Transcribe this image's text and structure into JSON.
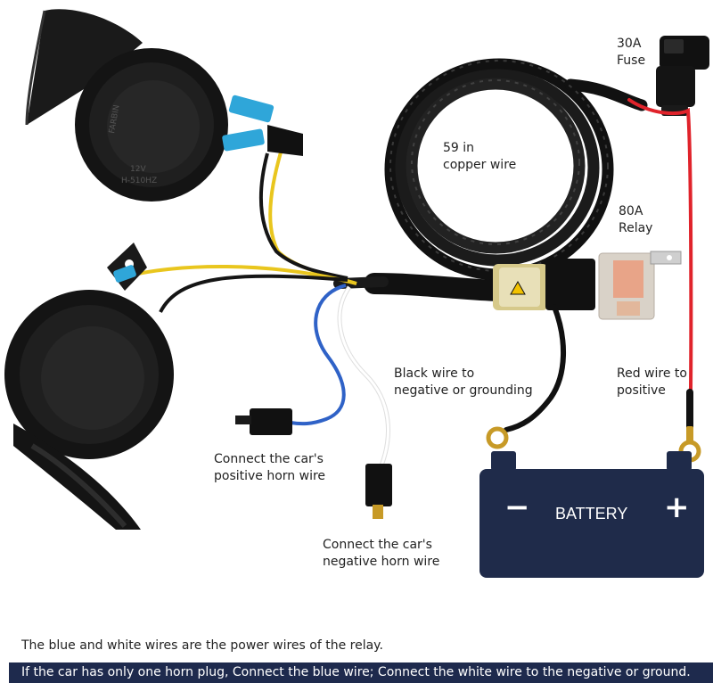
{
  "labels": {
    "fuse": [
      "30A",
      "Fuse"
    ],
    "copper": [
      "59 in",
      "copper wire"
    ],
    "relay": [
      "80A",
      "Relay"
    ],
    "black_wire": [
      "Black wire to",
      "negative or grounding"
    ],
    "red_wire": [
      "Red wire to",
      "positive"
    ],
    "positive_horn": [
      "Connect the car's",
      "positive horn wire"
    ],
    "negative_horn": [
      "Connect the car's",
      "negative horn wire"
    ]
  },
  "battery": {
    "label": "BATTERY",
    "minus": "−",
    "plus": "+"
  },
  "horn": {
    "brand": "FARBIN",
    "spec": "12V",
    "model": "H-510HZ"
  },
  "notes": {
    "line1": "The blue and white wires are the power wires of the relay.",
    "line2": "If the car has only one horn plug, Connect the blue wire; Connect the white wire to the negative or ground."
  },
  "colors": {
    "red_wire": "#e0232b",
    "blue_wire": "#2f62c7",
    "yellow_wire": "#e9c61e",
    "black_wire": "#151515",
    "battery": "#1f2b4a",
    "banner": "#1e2a4d"
  }
}
